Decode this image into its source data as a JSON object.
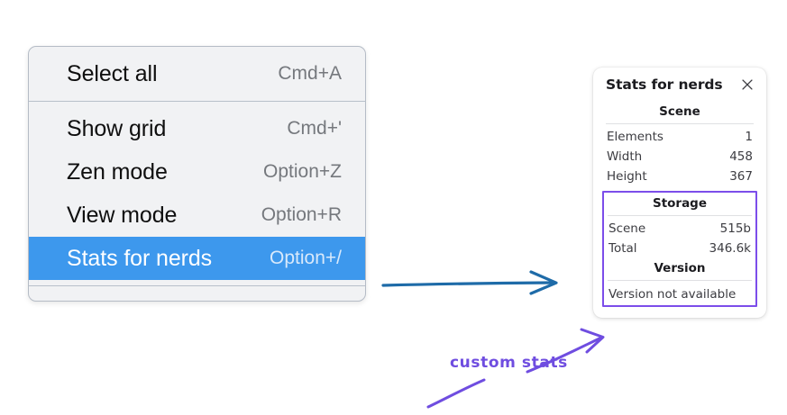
{
  "context_menu": {
    "groups": [
      {
        "items": [
          {
            "label": "Select all",
            "shortcut": "Cmd+A",
            "selected": false
          }
        ]
      },
      {
        "items": [
          {
            "label": "Show grid",
            "shortcut": "Cmd+'",
            "selected": false
          },
          {
            "label": "Zen mode",
            "shortcut": "Option+Z",
            "selected": false
          },
          {
            "label": "View mode",
            "shortcut": "Option+R",
            "selected": false
          },
          {
            "label": "Stats for nerds",
            "shortcut": "Option+/",
            "selected": true
          }
        ]
      }
    ],
    "highlight_color": "#3d98ed",
    "background_color": "#f1f2f4"
  },
  "stats_panel": {
    "title": "Stats for nerds",
    "close_icon": "close-icon",
    "sections": [
      {
        "heading": "Scene",
        "rows": [
          {
            "key": "Elements",
            "value": "1"
          },
          {
            "key": "Width",
            "value": "458"
          },
          {
            "key": "Height",
            "value": "367"
          }
        ]
      },
      {
        "heading": "Storage",
        "rows": [
          {
            "key": "Scene",
            "value": "515b"
          },
          {
            "key": "Total",
            "value": "346.6k"
          }
        ]
      },
      {
        "heading": "Version",
        "note": "Version not available"
      }
    ],
    "highlight_border_color": "#7c4dea"
  },
  "annotations": {
    "arrow_blue_color": "#1e6ba8",
    "arrow_purple_color": "#6f4de0",
    "custom_stats_label": "custom stats"
  }
}
